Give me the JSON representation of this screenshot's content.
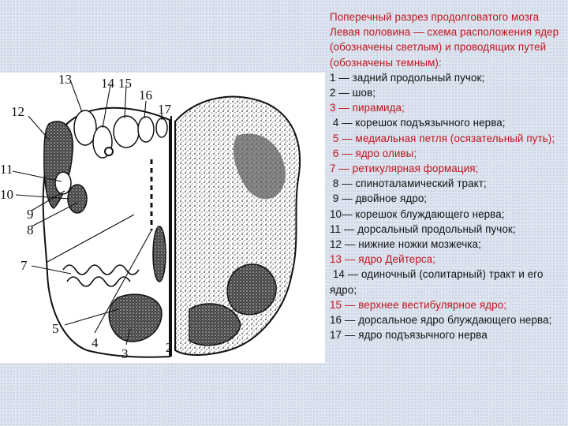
{
  "figure": {
    "numbers": [
      "13",
      "14",
      "15",
      "16",
      "12",
      "17",
      "11",
      "10",
      "9",
      "8",
      "7",
      "5",
      "4",
      "3",
      "2"
    ]
  },
  "legend": {
    "title": "Поперечный разрез продолговатого мозга",
    "intro": "Левая половина — схема расположения ядер (обозначены светлым) и проводящих путей (обозначены темным):",
    "items": [
      {
        "text": "1 — задний продольный пучок;",
        "color": "black"
      },
      {
        "text": "2 — шов;",
        "color": "black"
      },
      {
        "text": "3 — пирамида;",
        "color": "red",
        "suffix": ";"
      },
      {
        "text": " 4 — корешок подъязычного нерва;",
        "color": "black"
      },
      {
        "text": " 5 — медиальная петля (осязательный путь);",
        "color": "red"
      },
      {
        "text": " 6 — ядро оливы;",
        "color": "red"
      },
      {
        "text": "7 — ретикулярная формация;",
        "color": "red"
      },
      {
        "text": " 8 — спиноталамический тракт;",
        "color": "black"
      },
      {
        "text": " 9 — двойное ядро;",
        "color": "black"
      },
      {
        "text": "10— корешок блуждающего нерва;",
        "color": "black"
      },
      {
        "text": "11 — дорсальный продольный пучок;",
        "color": "black"
      },
      {
        "text": "12 — нижние ножки мозжечка;",
        "color": "black"
      },
      {
        "text": "13 — ядро Дейтерса;",
        "color": "red"
      },
      {
        "text": " 14 — одиночный (солитарный) тракт и его ядро;",
        "color": "black"
      },
      {
        "text": "15 — верхнее вестибулярное ядро;",
        "color": "red"
      },
      {
        "text": "16 — дорсальное ядро блуждающего нерва;",
        "color": "black"
      },
      {
        "text": "17 — ядро подъязычного нерва",
        "color": "black"
      }
    ]
  }
}
